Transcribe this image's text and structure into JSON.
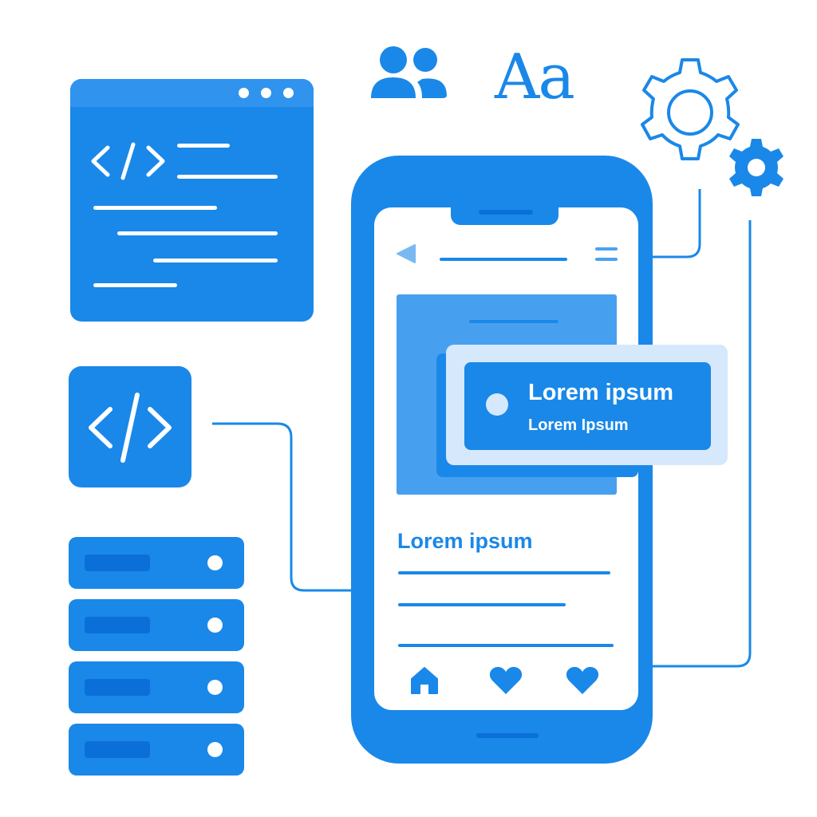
{
  "popup": {
    "title": "Lorem ipsum",
    "subtitle": "Lorem Ipsum"
  },
  "content": {
    "heading": "Lorem ipsum"
  },
  "typography": {
    "sample": "Aa"
  },
  "colors": {
    "primary": "#1a88e8",
    "light": "#d6e8fb",
    "card": "#47a0ef"
  }
}
